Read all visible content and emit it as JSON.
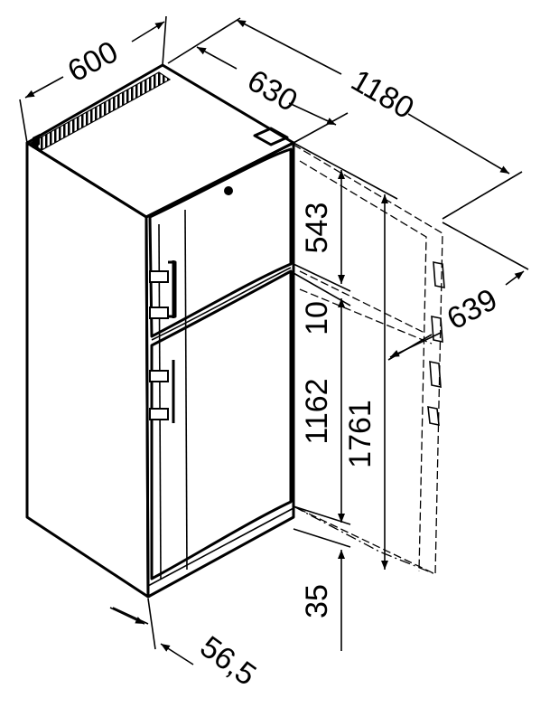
{
  "dimensions": {
    "width": "600",
    "depth": "630",
    "depth_door_open": "1180",
    "depth_with_handle": "639",
    "freezer_height": "543",
    "gap": "10",
    "fridge_height": "1162",
    "total_height": "1761",
    "floor_clearance": "35",
    "door_offset": "56,5"
  }
}
